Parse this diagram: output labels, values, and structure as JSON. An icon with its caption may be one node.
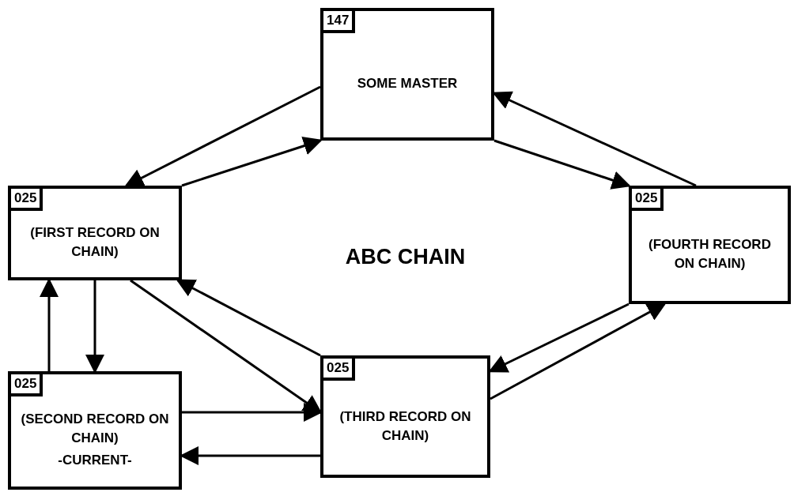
{
  "diagram": {
    "nodes": [
      {
        "text": [
          "147",
          "SOME MASTER"
        ]
      },
      {
        "text": [
          "025",
          "(FIRST RECORD ON CHAIN)"
        ]
      },
      {
        "text": [
          "025",
          "(FOURTH RECORD ON CHAIN)"
        ]
      },
      {
        "text": [
          "025",
          "(SECOND RECORD ON CHAIN)",
          "-CURRENT-"
        ]
      },
      {
        "text": [
          "025",
          "(THIRD RECORD ON CHAIN)"
        ]
      }
    ],
    "edges": [
      {
        "from": 0,
        "to": 1,
        "arrow": "to"
      },
      {
        "from": 1,
        "to": 0,
        "arrow": "to"
      },
      {
        "from": 0,
        "to": 2,
        "arrow": "to"
      },
      {
        "from": 2,
        "to": 0,
        "arrow": "to"
      },
      {
        "from": 2,
        "to": 4,
        "arrow": "to"
      },
      {
        "from": 4,
        "to": 2,
        "arrow": "to"
      },
      {
        "from": 4,
        "to": 1,
        "arrow": "to"
      },
      {
        "from": 1,
        "to": 4,
        "arrow": "to"
      },
      {
        "from": 1,
        "to": 3,
        "arrow": "to"
      },
      {
        "from": 3,
        "to": 1,
        "arrow": "to"
      },
      {
        "from": 3,
        "to": 4,
        "arrow": "to"
      },
      {
        "from": 4,
        "to": 3,
        "arrow": "to"
      }
    ],
    "labels": [
      "ABC CHAIN"
    ]
  }
}
